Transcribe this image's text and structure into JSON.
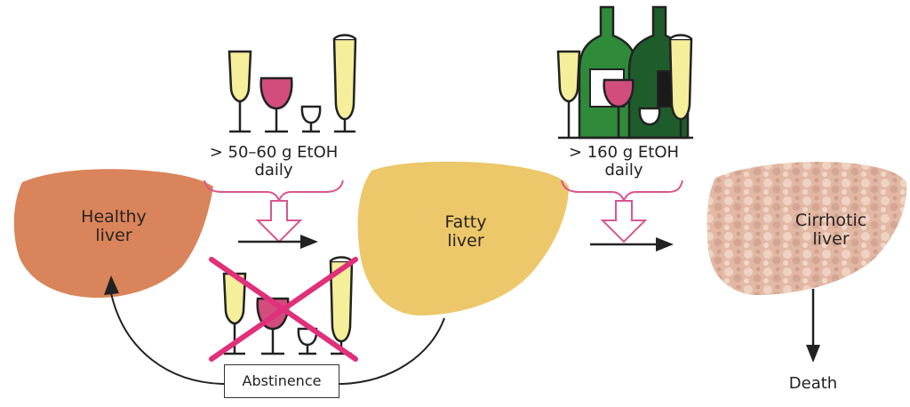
{
  "stages": {
    "healthy": {
      "line1": "Healthy",
      "line2": "liver"
    },
    "fatty": {
      "line1": "Fatty",
      "line2": "liver"
    },
    "cirrhotic": {
      "line1": "Cirrhotic",
      "line2": "liver"
    }
  },
  "doses": {
    "moderate": {
      "line1": "> 50–60 g EtOH",
      "line2": "daily"
    },
    "heavy": {
      "line1": "> 160 g EtOH",
      "line2": "daily"
    }
  },
  "abstinence_label": "Abstinence",
  "outcome_label": "Death",
  "colors": {
    "healthy_liver": "#d9845a",
    "fatty_liver": "#ecc86a",
    "cirrhotic_liver": "#e2b8a4",
    "brace": "#d9568e",
    "cross": "#e0307a",
    "wine": "#d24d7e",
    "white_wine": "#f5ee9a",
    "green_bottle": "#2f8a3a",
    "dark_green_bottle": "#1f5c2c",
    "arrow": "#222222"
  },
  "icons": [
    "glass-icon",
    "bottle-icon",
    "cross-icon",
    "brace-icon",
    "arrow-icon"
  ]
}
